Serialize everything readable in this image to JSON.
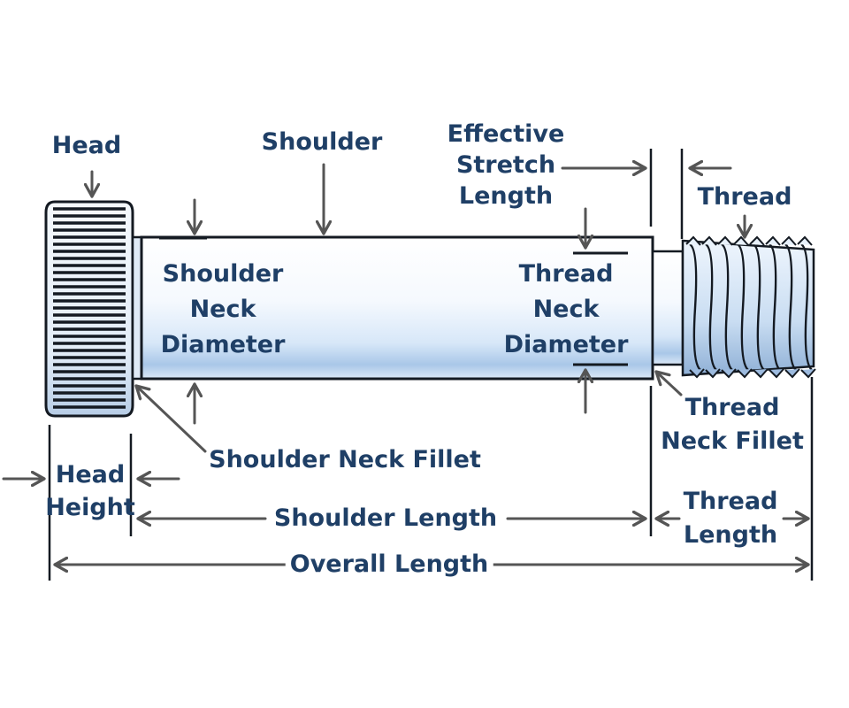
{
  "labels": {
    "head": "Head",
    "shoulder": "Shoulder",
    "effective_stretch_length": [
      "Effective",
      "Stretch",
      "Length"
    ],
    "thread": "Thread",
    "shoulder_neck_diameter": [
      "Shoulder",
      "Neck",
      "Diameter"
    ],
    "thread_neck_diameter": [
      "Thread",
      "Neck",
      "Diameter"
    ],
    "shoulder_neck_fillet": "Shoulder Neck Fillet",
    "thread_neck_fillet": [
      "Thread",
      "Neck Fillet"
    ],
    "head_height": [
      "Head",
      "Height"
    ],
    "shoulder_length": "Shoulder Length",
    "thread_length": [
      "Thread",
      "Length"
    ],
    "overall_length": "Overall Length"
  },
  "colors": {
    "label": "#1f3f66",
    "arrow": "#555555",
    "outline": "#141a22",
    "metal_light": "#f3f8fe",
    "metal_mid": "#b9d3ee",
    "metal_dark": "#6f8fb4"
  }
}
